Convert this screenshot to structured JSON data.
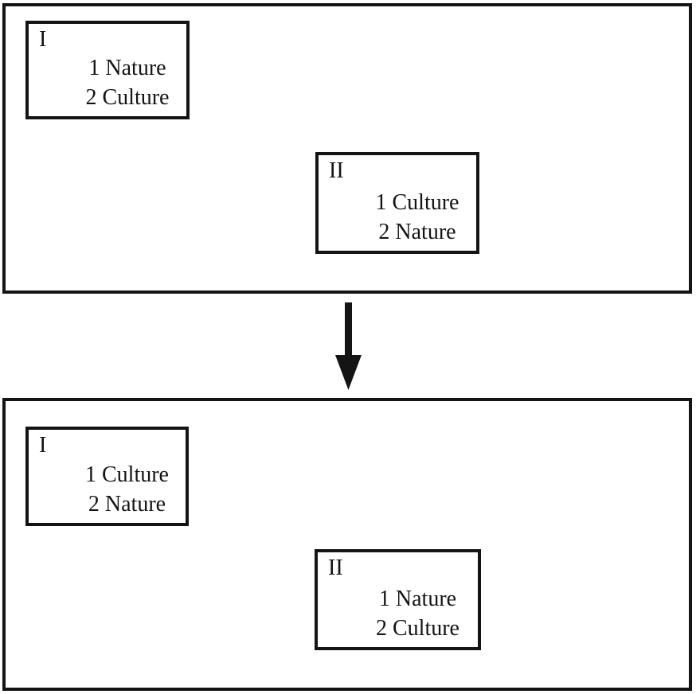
{
  "colors": {
    "border": "#141414",
    "text": "#141414",
    "background": "#ffffff"
  },
  "top_panel": {
    "box_i": {
      "label": "I",
      "items": [
        "1 Nature",
        "2 Culture"
      ]
    },
    "box_ii": {
      "label": "II",
      "items": [
        "1 Culture",
        "2 Nature"
      ]
    }
  },
  "arrow": {
    "icon": "down-arrow"
  },
  "bottom_panel": {
    "box_i": {
      "label": "I",
      "items": [
        "1 Culture",
        "2 Nature"
      ]
    },
    "box_ii": {
      "label": "II",
      "items": [
        "1 Nature",
        "2 Culture"
      ]
    }
  }
}
